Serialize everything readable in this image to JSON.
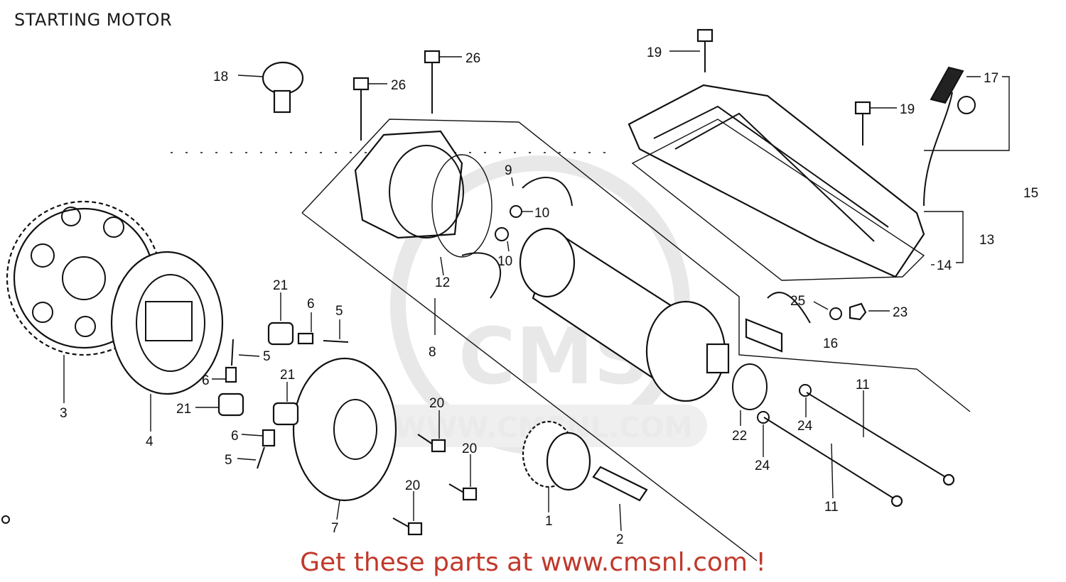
{
  "page": {
    "title": "STARTING MOTOR"
  },
  "watermark": {
    "text": "WWW.CMSNL.COM",
    "logo": "CMS"
  },
  "footer": {
    "link_text": "Get these parts at www.cmsnl.com !",
    "color": "#c0392b"
  },
  "callouts": [
    {
      "id": "c18",
      "label": "18"
    },
    {
      "id": "c26a",
      "label": "26"
    },
    {
      "id": "c26b",
      "label": "26"
    },
    {
      "id": "c19a",
      "label": "19"
    },
    {
      "id": "c19b",
      "label": "19"
    },
    {
      "id": "c17",
      "label": "17"
    },
    {
      "id": "c15",
      "label": "15"
    },
    {
      "id": "c13",
      "label": "13"
    },
    {
      "id": "c14",
      "label": "14"
    },
    {
      "id": "c9",
      "label": "9"
    },
    {
      "id": "c10a",
      "label": "10"
    },
    {
      "id": "c10b",
      "label": "10"
    },
    {
      "id": "c12",
      "label": "12"
    },
    {
      "id": "c8",
      "label": "8"
    },
    {
      "id": "c25",
      "label": "25"
    },
    {
      "id": "c23",
      "label": "23"
    },
    {
      "id": "c16",
      "label": "16"
    },
    {
      "id": "c3",
      "label": "3"
    },
    {
      "id": "c4",
      "label": "4"
    },
    {
      "id": "c21a",
      "label": "21"
    },
    {
      "id": "c6a",
      "label": "6"
    },
    {
      "id": "c5a",
      "label": "5"
    },
    {
      "id": "c5b",
      "label": "5"
    },
    {
      "id": "c6b",
      "label": "6"
    },
    {
      "id": "c21b",
      "label": "21"
    },
    {
      "id": "c21c",
      "label": "21"
    },
    {
      "id": "c6c",
      "label": "6"
    },
    {
      "id": "c5c",
      "label": "5"
    },
    {
      "id": "c7",
      "label": "7"
    },
    {
      "id": "c20a",
      "label": "20"
    },
    {
      "id": "c20b",
      "label": "20"
    },
    {
      "id": "c20c",
      "label": "20"
    },
    {
      "id": "c1",
      "label": "1"
    },
    {
      "id": "c2",
      "label": "2"
    },
    {
      "id": "c22",
      "label": "22"
    },
    {
      "id": "c24a",
      "label": "24"
    },
    {
      "id": "c24b",
      "label": "24"
    },
    {
      "id": "c11a",
      "label": "11"
    },
    {
      "id": "c11b",
      "label": "11"
    }
  ]
}
